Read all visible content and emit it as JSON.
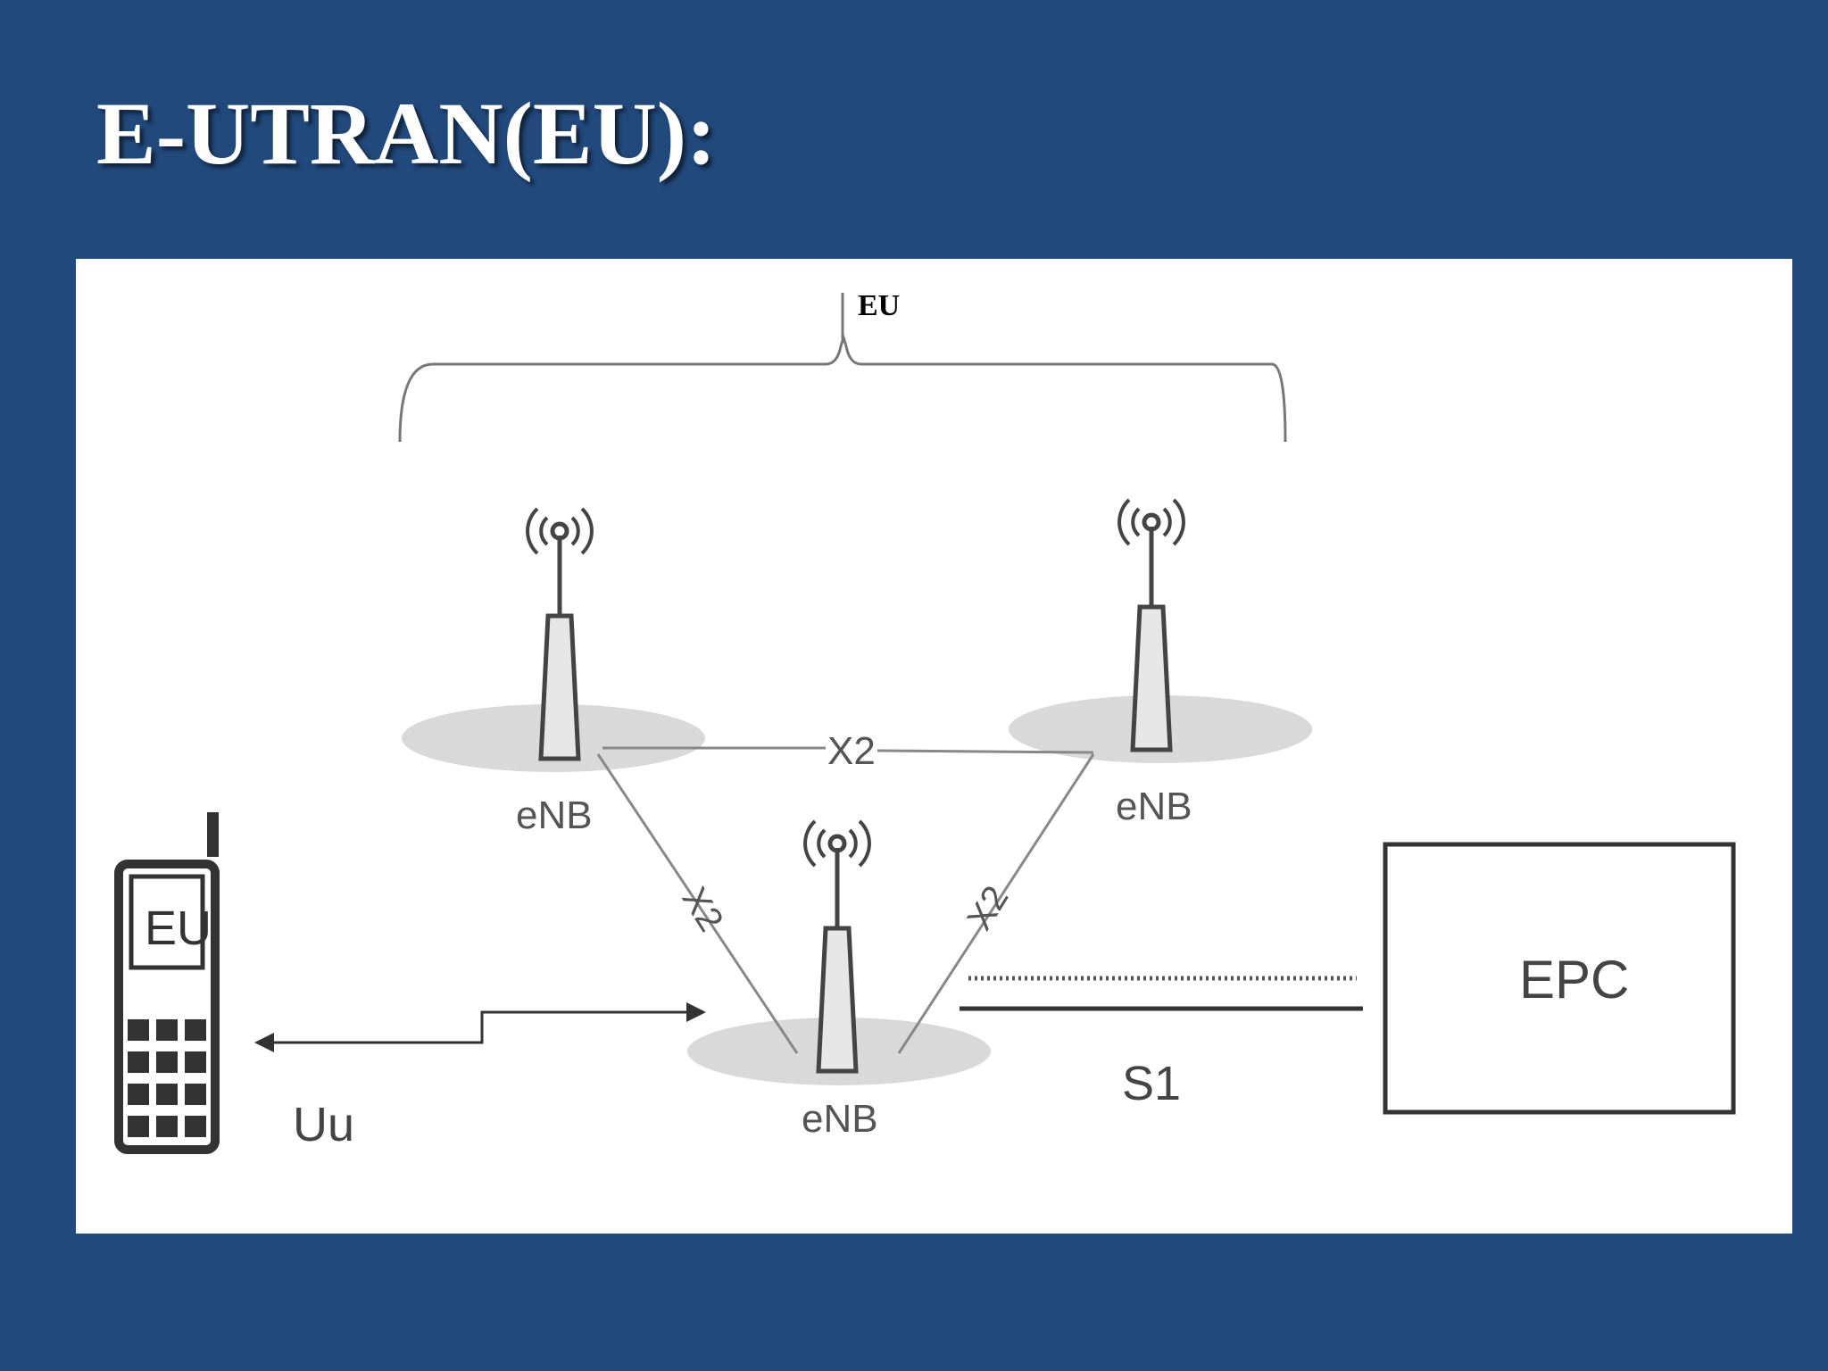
{
  "slide": {
    "title": "E-UTRAN(EU):"
  },
  "diagram": {
    "brace_label": "EU",
    "nodes": {
      "enb_left": "eNB",
      "enb_right": "eNB",
      "enb_bottom": "eNB",
      "phone": "EU",
      "core": "EPC"
    },
    "links": {
      "x2_top": "X2",
      "x2_left": "X2",
      "x2_right": "X2",
      "uu": "Uu",
      "s1": "S1"
    },
    "colors": {
      "background": "#22497C",
      "panel": "#FFFFFF",
      "coverage": "#D9D9D9",
      "line": "#888888"
    }
  }
}
